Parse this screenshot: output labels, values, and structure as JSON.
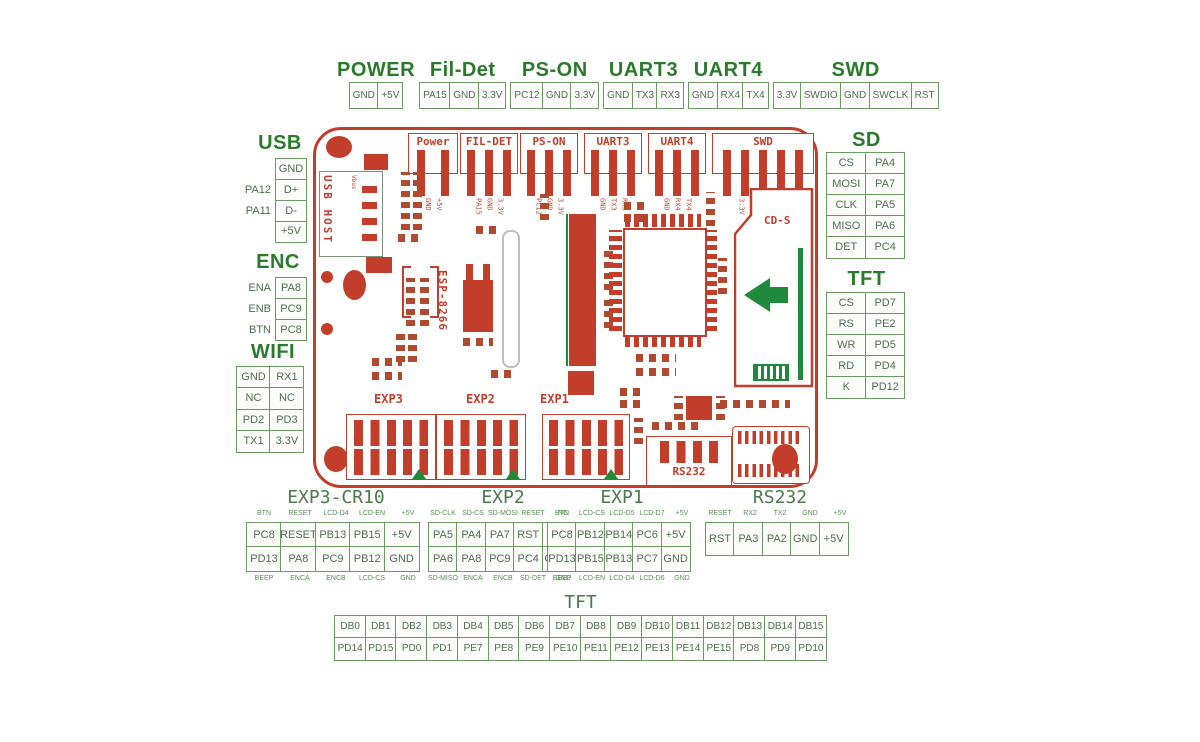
{
  "colors": {
    "pcb_red": "#c23e2b",
    "label_green": "#2a7a2c",
    "table_border_green": "#6a9a61",
    "arrow_green": "#1f8a3c"
  },
  "top_headers": [
    {
      "title": "POWER",
      "pins": [
        "GND",
        "+5V"
      ]
    },
    {
      "title": "Fil-Det",
      "pins": [
        "PA15",
        "GND",
        "3.3V"
      ]
    },
    {
      "title": "PS-ON",
      "pins": [
        "PC12",
        "GND",
        "3.3V"
      ]
    },
    {
      "title": "UART3",
      "pins": [
        "GND",
        "TX3",
        "RX3"
      ]
    },
    {
      "title": "UART4",
      "pins": [
        "GND",
        "RX4",
        "TX4"
      ]
    },
    {
      "title": "SWD",
      "pins": [
        "3.3V",
        "SWDIO",
        "GND",
        "SWCLK",
        "RST"
      ]
    }
  ],
  "left_panels": {
    "usb": {
      "title": "USB",
      "rows": [
        {
          "outer": "",
          "cell": "GND"
        },
        {
          "outer": "PA12",
          "cell": "D+"
        },
        {
          "outer": "PA11",
          "cell": "D-"
        },
        {
          "outer": "",
          "cell": "+5V"
        }
      ]
    },
    "enc": {
      "title": "ENC",
      "rows": [
        {
          "outer": "ENA",
          "cell": "PA8"
        },
        {
          "outer": "ENB",
          "cell": "PC9"
        },
        {
          "outer": "BTN",
          "cell": "PC8"
        }
      ]
    },
    "wifi": {
      "title": "WIFI",
      "rows": [
        [
          "GND",
          "RX1"
        ],
        [
          "NC",
          "NC"
        ],
        [
          "PD2",
          "PD3"
        ],
        [
          "TX1",
          "3.3V"
        ]
      ]
    }
  },
  "right_panels": {
    "sd": {
      "title": "SD",
      "rows": [
        [
          "CS",
          "PA4"
        ],
        [
          "MOSI",
          "PA7"
        ],
        [
          "CLK",
          "PA5"
        ],
        [
          "MISO",
          "PA6"
        ],
        [
          "DET",
          "PC4"
        ]
      ]
    },
    "tft": {
      "title": "TFT",
      "rows": [
        [
          "CS",
          "PD7"
        ],
        [
          "RS",
          "PE2"
        ],
        [
          "WR",
          "PD5"
        ],
        [
          "RD",
          "PD4"
        ],
        [
          "K",
          "PD12"
        ]
      ]
    }
  },
  "bottom_tables": [
    {
      "title": "EXP3-CR10",
      "top_labels": [
        "BTN",
        "RESET",
        "LCD-D4",
        "LCD-EN",
        "+5V"
      ],
      "rows": [
        [
          "PC8",
          "RESET",
          "PB13",
          "PB15",
          "+5V"
        ],
        [
          "PD13",
          "PA8",
          "PC9",
          "PB12",
          "GND"
        ]
      ],
      "bottom_labels": [
        "BEEP",
        "ENCA",
        "ENCB",
        "LCD-CS",
        "GND"
      ]
    },
    {
      "title": "EXP2",
      "top_labels": [
        "SD-CLK",
        "SD-CS",
        "SD-MOSI",
        "RESET",
        "NC"
      ],
      "rows": [
        [
          "PA5",
          "PA4",
          "PA7",
          "RST",
          "NC"
        ],
        [
          "PA6",
          "PA8",
          "PC9",
          "PC4",
          "GND"
        ]
      ],
      "bottom_labels": [
        "SD-MISO",
        "ENCA",
        "ENCB",
        "SD-DET",
        "GND"
      ]
    },
    {
      "title": "EXP1",
      "top_labels": [
        "BTN",
        "LCD-CS",
        "LCD-D5",
        "LCD-D7",
        "+5V"
      ],
      "rows": [
        [
          "PC8",
          "PB12",
          "PB14",
          "PC6",
          "+5V"
        ],
        [
          "PD13",
          "PB15",
          "PB13",
          "PC7",
          "GND"
        ]
      ],
      "bottom_labels": [
        "BEEP",
        "LCD-EN",
        "LCD-D4",
        "LCD-D6",
        "GND"
      ]
    },
    {
      "title": "RS232",
      "top_labels": [
        "RESET",
        "RX2",
        "TX2",
        "GND",
        "+5V"
      ],
      "rows": [
        [
          "RST",
          "PA3",
          "PA2",
          "GND",
          "+5V"
        ]
      ],
      "bottom_labels": []
    }
  ],
  "tft_table": {
    "title": "TFT",
    "rows": [
      [
        "DB0",
        "DB1",
        "DB2",
        "DB3",
        "DB4",
        "DB5",
        "DB6",
        "DB7",
        "DB8",
        "DB9",
        "DB10",
        "DB11",
        "DB12",
        "DB13",
        "DB14",
        "DB15"
      ],
      [
        "PD14",
        "PD15",
        "PD0",
        "PD1",
        "PE7",
        "PE8",
        "PE9",
        "PE10",
        "PE11",
        "PE12",
        "PE13",
        "PE14",
        "PE15",
        "PD8",
        "PD9",
        "PD10"
      ]
    ]
  },
  "board": {
    "top_connectors": [
      {
        "label": "Power"
      },
      {
        "label": "FIL-DET"
      },
      {
        "label": "PS-ON"
      },
      {
        "label": "UART3"
      },
      {
        "label": "UART4"
      },
      {
        "label": "SWD"
      }
    ],
    "usb_host_label": "USB HOST",
    "vbus_label": "Vbus",
    "esp_label": "ESP-8266",
    "sd_card_label": "CD-S",
    "exp_labels": [
      "EXP3",
      "EXP2",
      "EXP1"
    ],
    "rs232_label": "RS232"
  }
}
